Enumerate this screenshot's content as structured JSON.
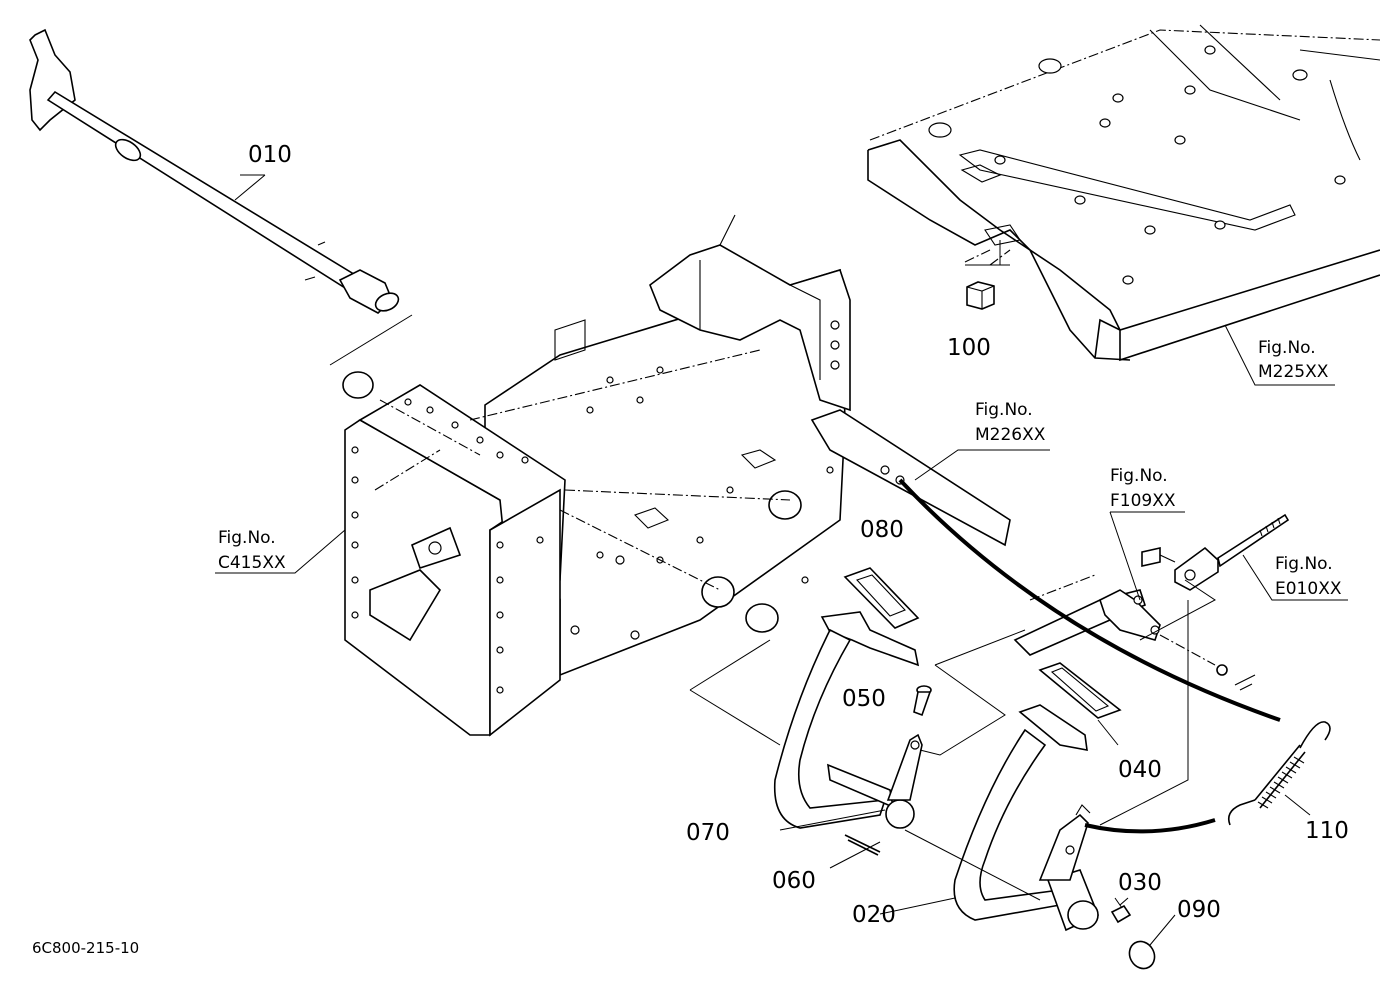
{
  "parts": [
    {
      "id": "p010",
      "label": "010"
    },
    {
      "id": "p020",
      "label": "020"
    },
    {
      "id": "p030",
      "label": "030"
    },
    {
      "id": "p040",
      "label": "040"
    },
    {
      "id": "p050",
      "label": "050"
    },
    {
      "id": "p060",
      "label": "060"
    },
    {
      "id": "p070",
      "label": "070"
    },
    {
      "id": "p080",
      "label": "080"
    },
    {
      "id": "p090",
      "label": "090"
    },
    {
      "id": "p100",
      "label": "100"
    },
    {
      "id": "p110",
      "label": "110"
    }
  ],
  "figure_refs": [
    {
      "id": "m225",
      "prefix": "Fig.No.",
      "number": "M225XX"
    },
    {
      "id": "m226",
      "prefix": "Fig.No.",
      "number": "M226XX"
    },
    {
      "id": "f109",
      "prefix": "Fig.No.",
      "number": "F109XX"
    },
    {
      "id": "e010",
      "prefix": "Fig.No.",
      "number": "E010XX"
    },
    {
      "id": "c415",
      "prefix": "Fig.No.",
      "number": "C415XX"
    }
  ],
  "drawing_code": "6C800-215-10",
  "colors": {
    "ink": "#000000",
    "paper": "#ffffff"
  }
}
